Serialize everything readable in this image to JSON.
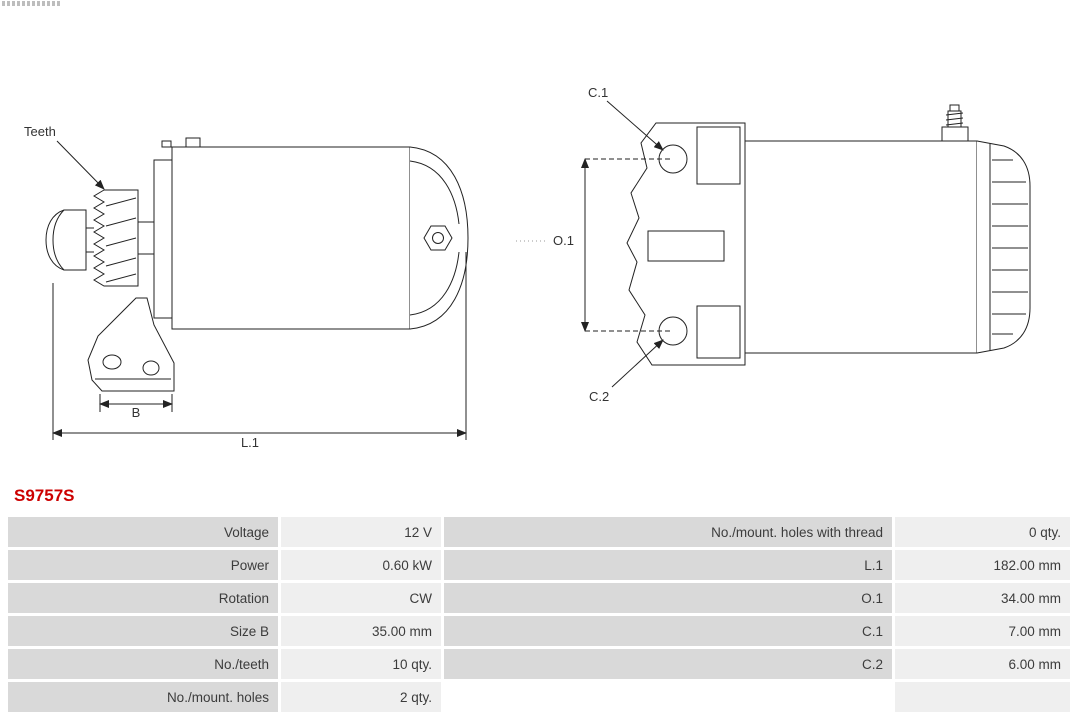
{
  "part_number": "S9757S",
  "diagram": {
    "labels": {
      "teeth": "Teeth",
      "b": "B",
      "l1": "L.1",
      "c1": "C.1",
      "c2": "C.2",
      "o1": "O.1"
    }
  },
  "colors": {
    "accent_red": "#cc0000",
    "table_label_bg": "#d9d9d9",
    "table_value_bg": "#efefef",
    "line_color": "#222222"
  },
  "spec_table": {
    "rows": [
      {
        "label_left": "Voltage",
        "value_left": "12 V",
        "label_right": "No./mount. holes with thread",
        "value_right": "0 qty."
      },
      {
        "label_left": "Power",
        "value_left": "0.60 kW",
        "label_right": "L.1",
        "value_right": "182.00 mm"
      },
      {
        "label_left": "Rotation",
        "value_left": "CW",
        "label_right": "O.1",
        "value_right": "34.00 mm"
      },
      {
        "label_left": "Size B",
        "value_left": "35.00 mm",
        "label_right": "C.1",
        "value_right": "7.00 mm"
      },
      {
        "label_left": "No./teeth",
        "value_left": "10 qty.",
        "label_right": "C.2",
        "value_right": "6.00 mm"
      },
      {
        "label_left": "No./mount. holes",
        "value_left": "2 qty.",
        "label_right": "",
        "value_right": ""
      }
    ]
  }
}
